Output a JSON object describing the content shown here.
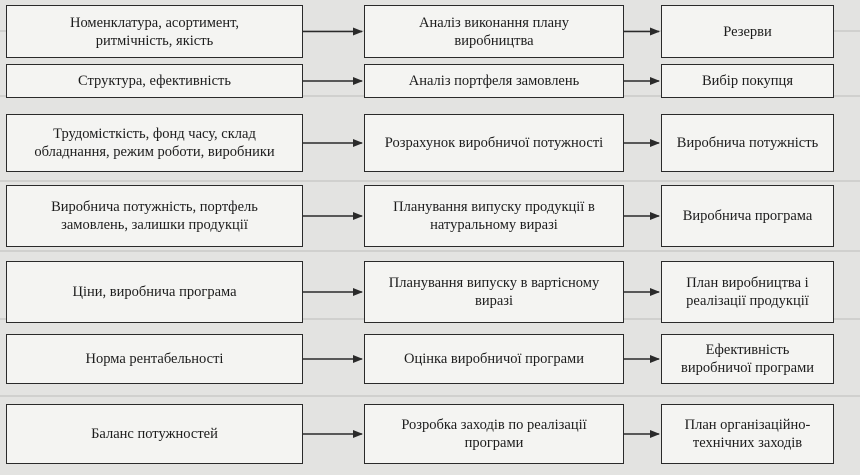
{
  "rows": [
    {
      "input": "Номенклатура, асортимент,\nритмічність, якість",
      "process": "Аналіз виконання плану\nвиробництва",
      "output": "Резерви"
    },
    {
      "input": "Структура, ефективність",
      "process": "Аналіз портфеля замовлень",
      "output": "Вибір покупця"
    },
    {
      "input": "Трудомісткість, фонд часу, склад\nобладнання, режим роботи, виробники",
      "process": "Розрахунок виробничої потужності",
      "output": "Виробнича потужність"
    },
    {
      "input": "Виробнича потужність, портфель\nзамовлень, залишки продукції",
      "process": "Планування випуску продукції в\nнатуральному виразі",
      "output": "Виробнича програма"
    },
    {
      "input": "Ціни, виробнича програма",
      "process": "Планування випуску в вартісному\nвиразі",
      "output": "План виробництва і\nреалізації продукції"
    },
    {
      "input": "Норма рентабельності",
      "process": "Оцінка виробничої програми",
      "output": "Ефективність\nвиробничої програми"
    },
    {
      "input": "Баланс потужностей",
      "process": "Розробка заходів по реалізації\nпрограми",
      "output": "План організаційно-\nтехнічних заходів"
    }
  ],
  "style": {
    "background": "#e3e3e1",
    "box_fill": "#f4f4f2",
    "stroke": "#2a2a2a"
  }
}
